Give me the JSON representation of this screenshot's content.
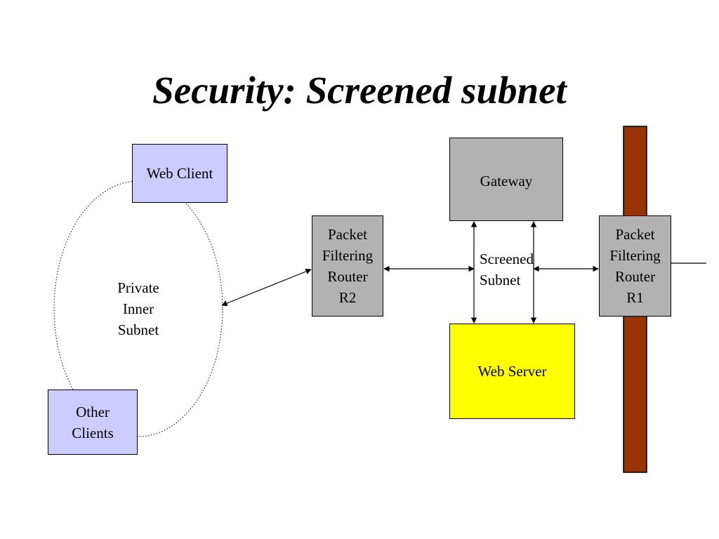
{
  "title": "Security: Screened subnet",
  "nodes": {
    "web_client": "Web Client",
    "other_clients": "Other\nClients",
    "private_subnet": "Private\nInner\nSubnet",
    "router_r2": "Packet\nFiltering\nRouter\nR2",
    "gateway": "Gateway",
    "screened_subnet": "Screened\nSubnet",
    "web_server": "Web Server",
    "router_r1": "Packet\nFiltering\nRouter\nR1"
  },
  "colors": {
    "client_fill": "#ccccff",
    "router_fill": "#b2b2b2",
    "gateway_fill": "#b2b2b2",
    "web_server_fill": "#ffff00",
    "external_bar": "#993300"
  }
}
